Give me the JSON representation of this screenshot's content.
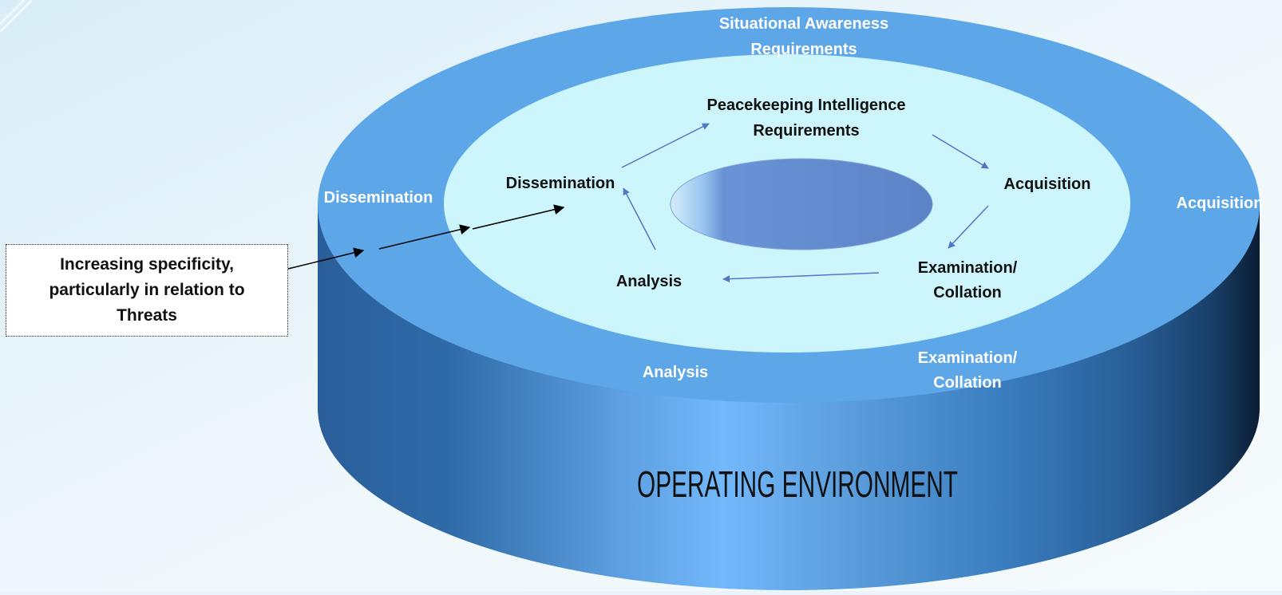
{
  "outer_ring": {
    "top": "Situational  Awareness Requirements",
    "top_line1": "Situational  Awareness",
    "top_line2": "Requirements",
    "left": "Dissemination",
    "right": "Acquisition",
    "bottom_left": "Analysis",
    "bottom_right_line1": "Examination/",
    "bottom_right_line2": "Collation"
  },
  "inner_cycle": {
    "requirements_line1": "Peacekeeping Intelligence",
    "requirements_line2": "Requirements",
    "acquisition": "Acquisition",
    "examination_line1": "Examination/",
    "examination_line2": "Collation",
    "analysis": "Analysis",
    "dissemination": "Dissemination"
  },
  "base_label": "OPERATING ENVIRONMENT",
  "callout": {
    "line1": "Increasing specificity,",
    "line2": "particularly in relation to",
    "line3": "Threats"
  },
  "colors": {
    "background": "#eaf4fa",
    "ring_top": "#5da6e8",
    "inner_area": "#cdf5fc",
    "hole": "#5f86c9",
    "cycle_arrow": "#4f77c4",
    "outer_text": "#ffffff",
    "inner_text": "#111111"
  }
}
